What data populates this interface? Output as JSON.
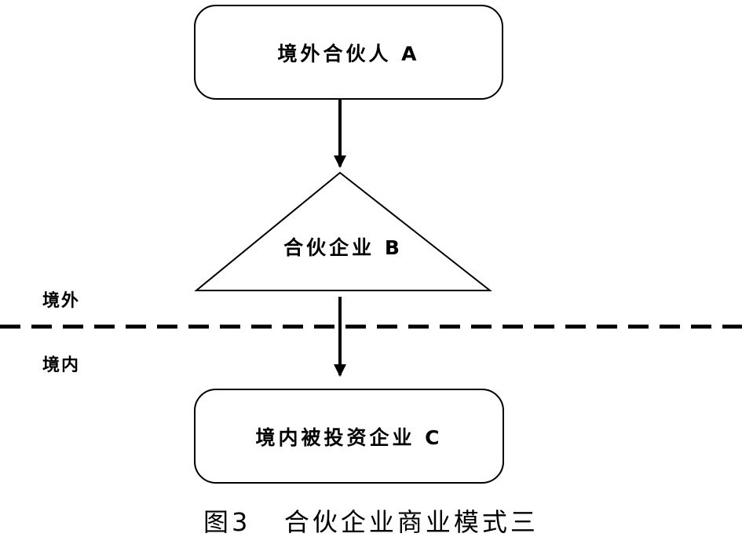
{
  "nodes": {
    "a": {
      "label": "境外合伙人 A",
      "shape": "rounded-rectangle"
    },
    "b": {
      "label": "合伙企业 B",
      "shape": "triangle"
    },
    "c": {
      "label": "境内被投资企业 C",
      "shape": "rounded-rectangle"
    }
  },
  "regions": {
    "outside": "境外",
    "inside": "境内"
  },
  "edges": [
    {
      "from": "a",
      "to": "b"
    },
    {
      "from": "b",
      "to": "c"
    }
  ],
  "caption": "图3   合伙企业商业模式三"
}
